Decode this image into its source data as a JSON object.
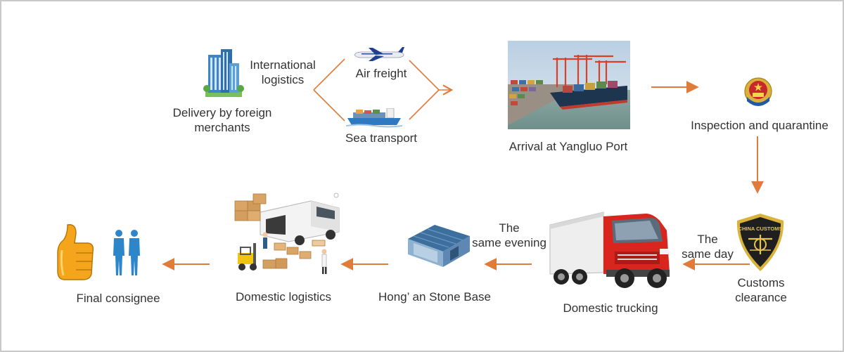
{
  "labels": {
    "delivery": "Delivery by foreign\nmerchants",
    "intl_logistics": "International\nlogistics",
    "air_freight": "Air freight",
    "sea_transport": "Sea transport",
    "arrival": "Arrival at Yangluo Port",
    "inspection": "Inspection and quarantine",
    "customs": "Customs\nclearance",
    "same_day": "The\nsame day",
    "trucking": "Domestic trucking",
    "same_evening": "The\nsame evening",
    "stone_base": "Hong’  an Stone Base",
    "domestic_logistics": "Domestic logistics",
    "final_consignee": "Final consignee"
  },
  "badge": {
    "customs_text": "CHINA CUSTOMS"
  },
  "colors": {
    "arrow": "#e07b3a",
    "text": "#333333",
    "truck_red": "#d8261f",
    "badge_gold": "#d9b23c",
    "badge_dark": "#1f1f1f",
    "thumb_yellow": "#f4a51b",
    "person_blue": "#2d86c9"
  },
  "icons": {
    "building": "office-building-icon",
    "airplane": "airplane-icon",
    "ship": "cargo-ship-icon",
    "port": "container-port-photo",
    "emblem": "national-emblem-icon",
    "customs": "china-customs-badge-icon",
    "truck": "red-truck-icon",
    "warehouse": "warehouse-icon",
    "logistics": "van-boxes-forklift-icon",
    "thumb": "thumbs-up-icon",
    "people": "two-people-icon"
  }
}
